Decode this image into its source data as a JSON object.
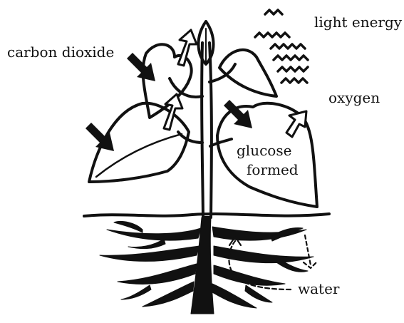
{
  "labels": {
    "light_energy": "light energy",
    "carbon_dioxide": "carbon dioxide",
    "oxygen": "oxygen",
    "glucose_line1": "glucose",
    "glucose_line2": "formed",
    "water": "water"
  },
  "colors": {
    "ink": "#111111",
    "paper": "#ffffff"
  }
}
